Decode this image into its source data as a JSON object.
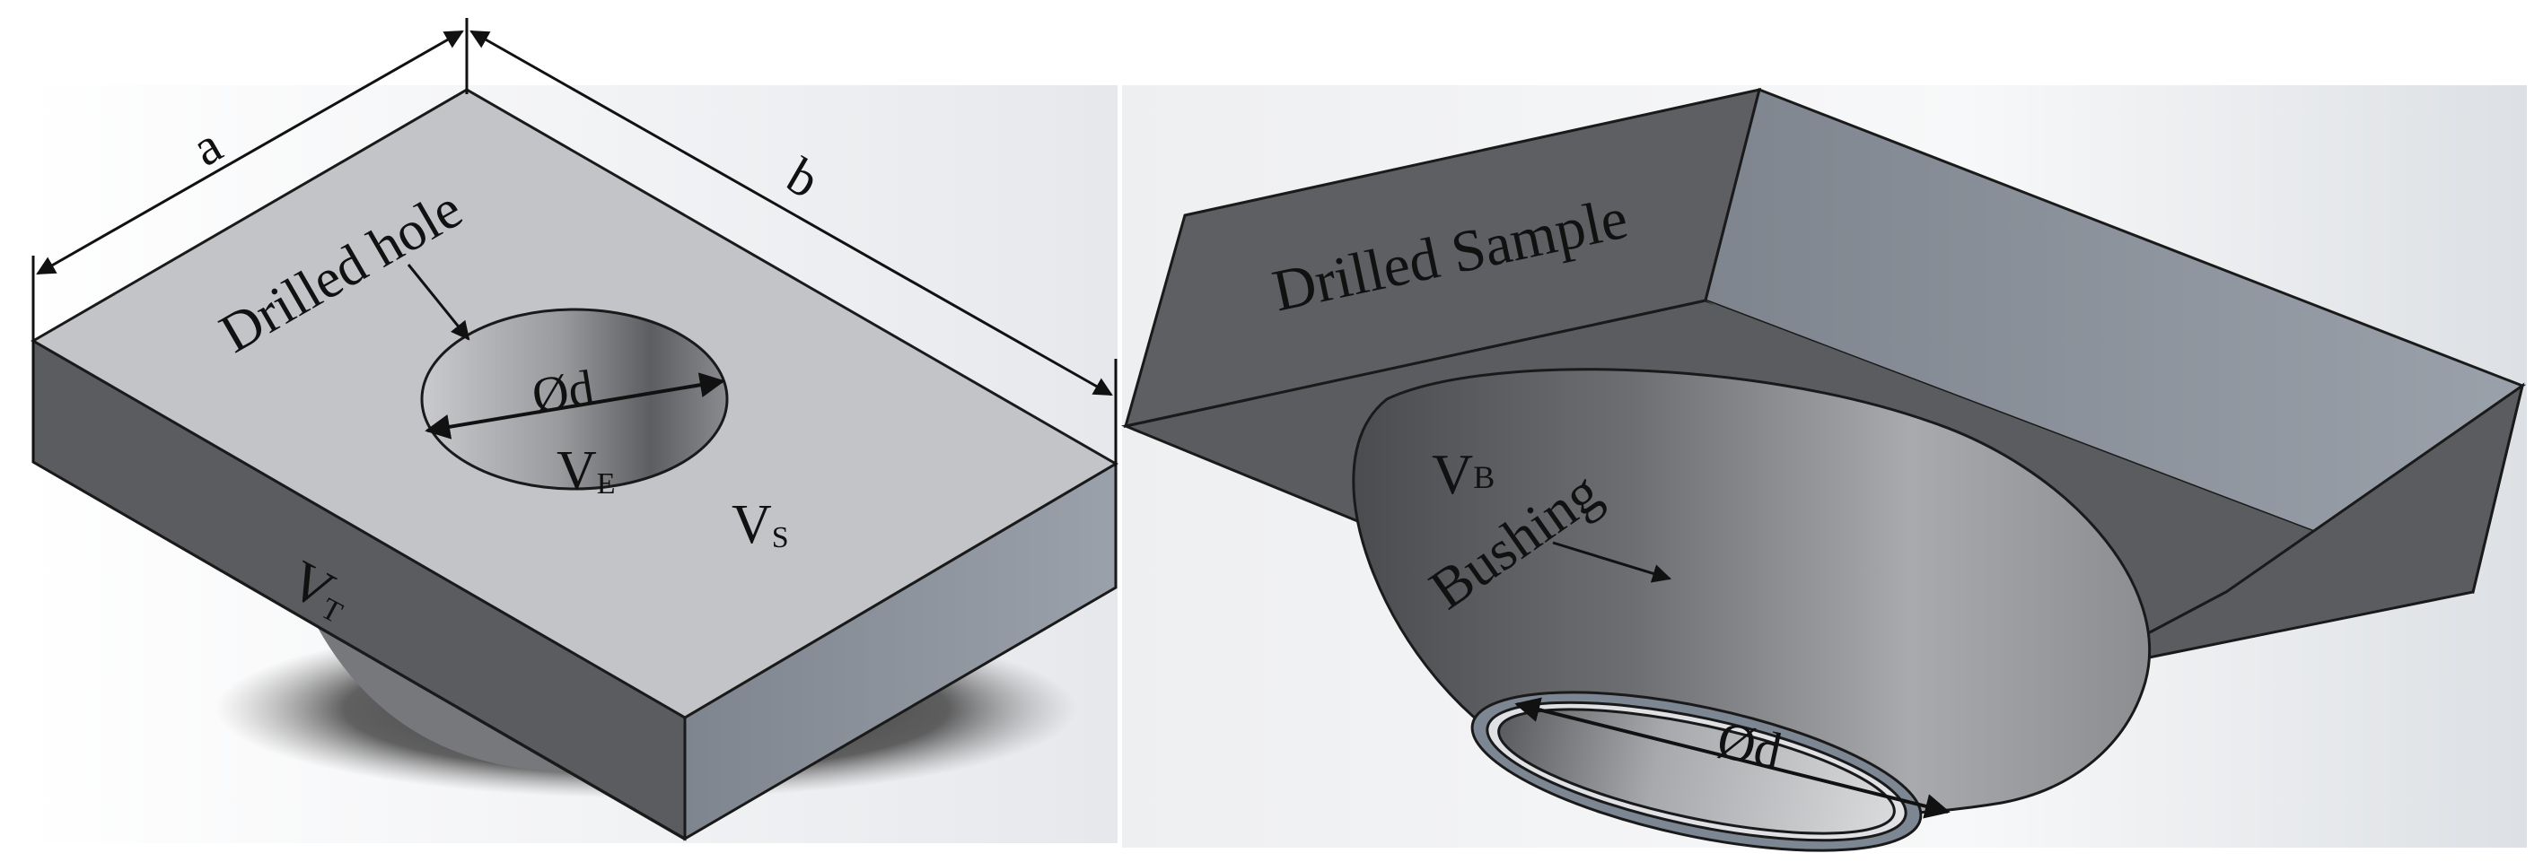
{
  "left_panel": {
    "dim_a": "a",
    "dim_b": "b",
    "hole_label": "Drilled hole",
    "diameter": "Ød",
    "v_e_main": "V",
    "v_e_sub": "E",
    "v_s_main": "V",
    "v_s_sub": "S",
    "v_t_main": "V",
    "v_t_sub": "T"
  },
  "right_panel": {
    "sample_label": "Drilled Sample",
    "v_b_main": "V",
    "v_b_sub": "B",
    "bushing_label": "Bushing",
    "diameter": "Ød"
  },
  "colors": {
    "block_top": "#c2c4c7",
    "block_front": "#5b5c5f",
    "block_side": "#8b929c",
    "hole_dark": "#6e6f72",
    "bushing_dark": "#4a4b4e",
    "bushing_light": "#a4a5a8"
  }
}
